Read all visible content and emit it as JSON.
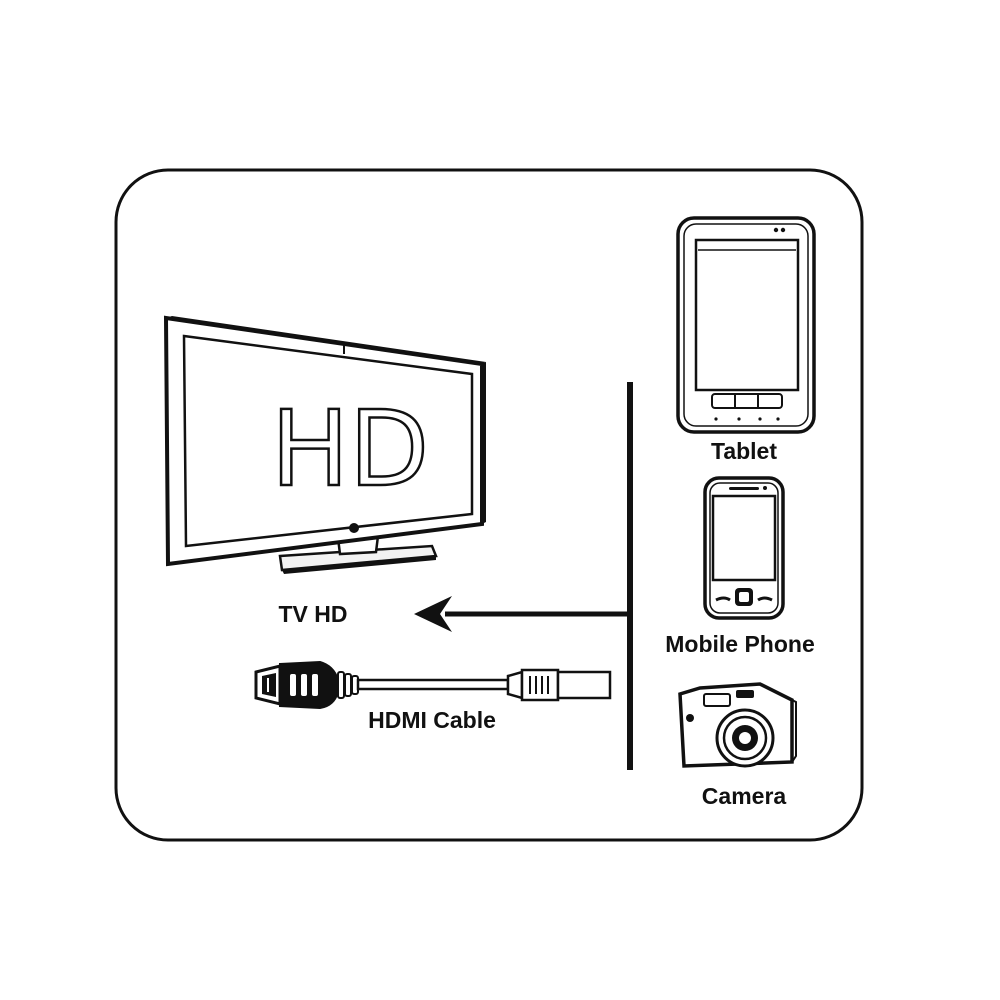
{
  "tv": {
    "screen_text": "HD",
    "label": "TV HD"
  },
  "cable": {
    "label": "HDMI Cable"
  },
  "devices": {
    "tablet": {
      "label": "Tablet"
    },
    "phone": {
      "label": "Mobile Phone"
    },
    "camera": {
      "label": "Camera"
    }
  },
  "colors": {
    "ink": "#111111",
    "background": "#ffffff"
  }
}
